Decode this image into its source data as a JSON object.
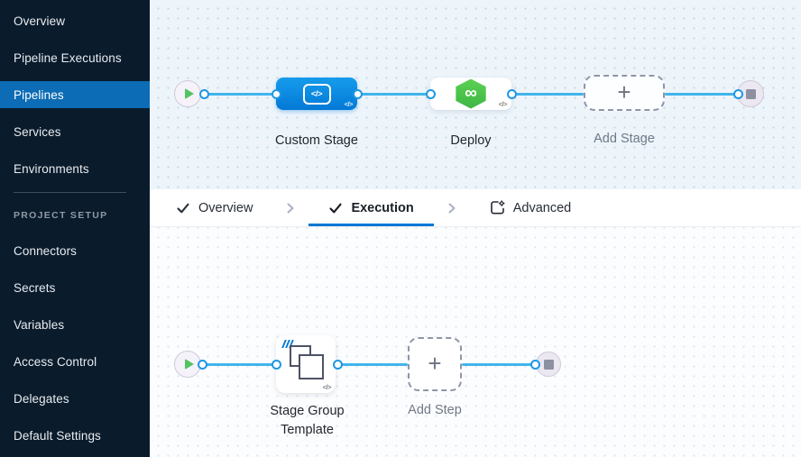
{
  "sidebar": {
    "nav_items": [
      {
        "label": "Overview",
        "selected": false
      },
      {
        "label": "Pipeline Executions",
        "selected": false
      },
      {
        "label": "Pipelines",
        "selected": true
      },
      {
        "label": "Services",
        "selected": false
      },
      {
        "label": "Environments",
        "selected": false
      }
    ],
    "section_label": "PROJECT SETUP",
    "setup_items": [
      {
        "label": "Connectors"
      },
      {
        "label": "Secrets"
      },
      {
        "label": "Variables"
      },
      {
        "label": "Access Control"
      },
      {
        "label": "Delegates"
      },
      {
        "label": "Default Settings"
      }
    ]
  },
  "tab_bar": {
    "tabs": [
      {
        "label": "Overview",
        "icon": "check-icon",
        "active": false
      },
      {
        "label": "Execution",
        "icon": "check-icon",
        "active": true
      },
      {
        "label": "Advanced",
        "icon": "advanced-icon",
        "active": false
      }
    ]
  },
  "stage_canvas": {
    "custom_stage_label": "Custom Stage",
    "custom_stage_icon_glyph": "</>",
    "deploy_label": "Deploy",
    "deploy_icon_glyph": "∞",
    "add_stage_label": "Add Stage",
    "add_plus_glyph": "+",
    "code_badge_glyph": "</>"
  },
  "execution_canvas": {
    "stage_group_label": "Stage Group Template",
    "add_step_label": "Add Step",
    "add_plus_glyph": "+",
    "code_badge_glyph": "</>"
  },
  "colors": {
    "sidebar_bg": "#0a1b2c",
    "sidebar_selected_blue": "#0c6cb5",
    "accent_blue": "#0278d5",
    "connector_blue": "#42b4ec",
    "stage_node_blue": "#0b8ce1",
    "deploy_green": "#4cc44a",
    "canvas_top_bg": "#edf5fb"
  }
}
